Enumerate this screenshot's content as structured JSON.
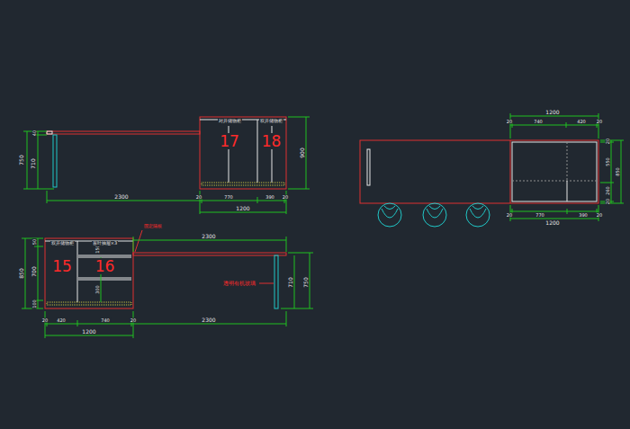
{
  "diagram": {
    "nodes": [
      {
        "text": [
          "对开储物柜",
          "17"
        ]
      },
      {
        "text": [
          "双开储物柜",
          "18"
        ]
      },
      {
        "text": [
          "双开储物柜",
          "15"
        ]
      },
      {
        "text": [
          "百叶抽屉×3",
          "16"
        ]
      }
    ],
    "labels": [
      "40",
      "750",
      "710",
      "2300",
      "20",
      "770",
      "390",
      "20",
      "1200",
      "900",
      "固定隔板",
      "2300",
      "50",
      "700",
      "100",
      "850",
      "150",
      "250",
      "300",
      "透明有机玻璃",
      "710",
      "750",
      "20",
      "420",
      "740",
      "20",
      "2300",
      "1200",
      "1200",
      "20",
      "740",
      "420",
      "20",
      "20",
      "550",
      "850",
      "260",
      "20",
      "20",
      "770",
      "390",
      "20",
      "1200"
    ]
  }
}
